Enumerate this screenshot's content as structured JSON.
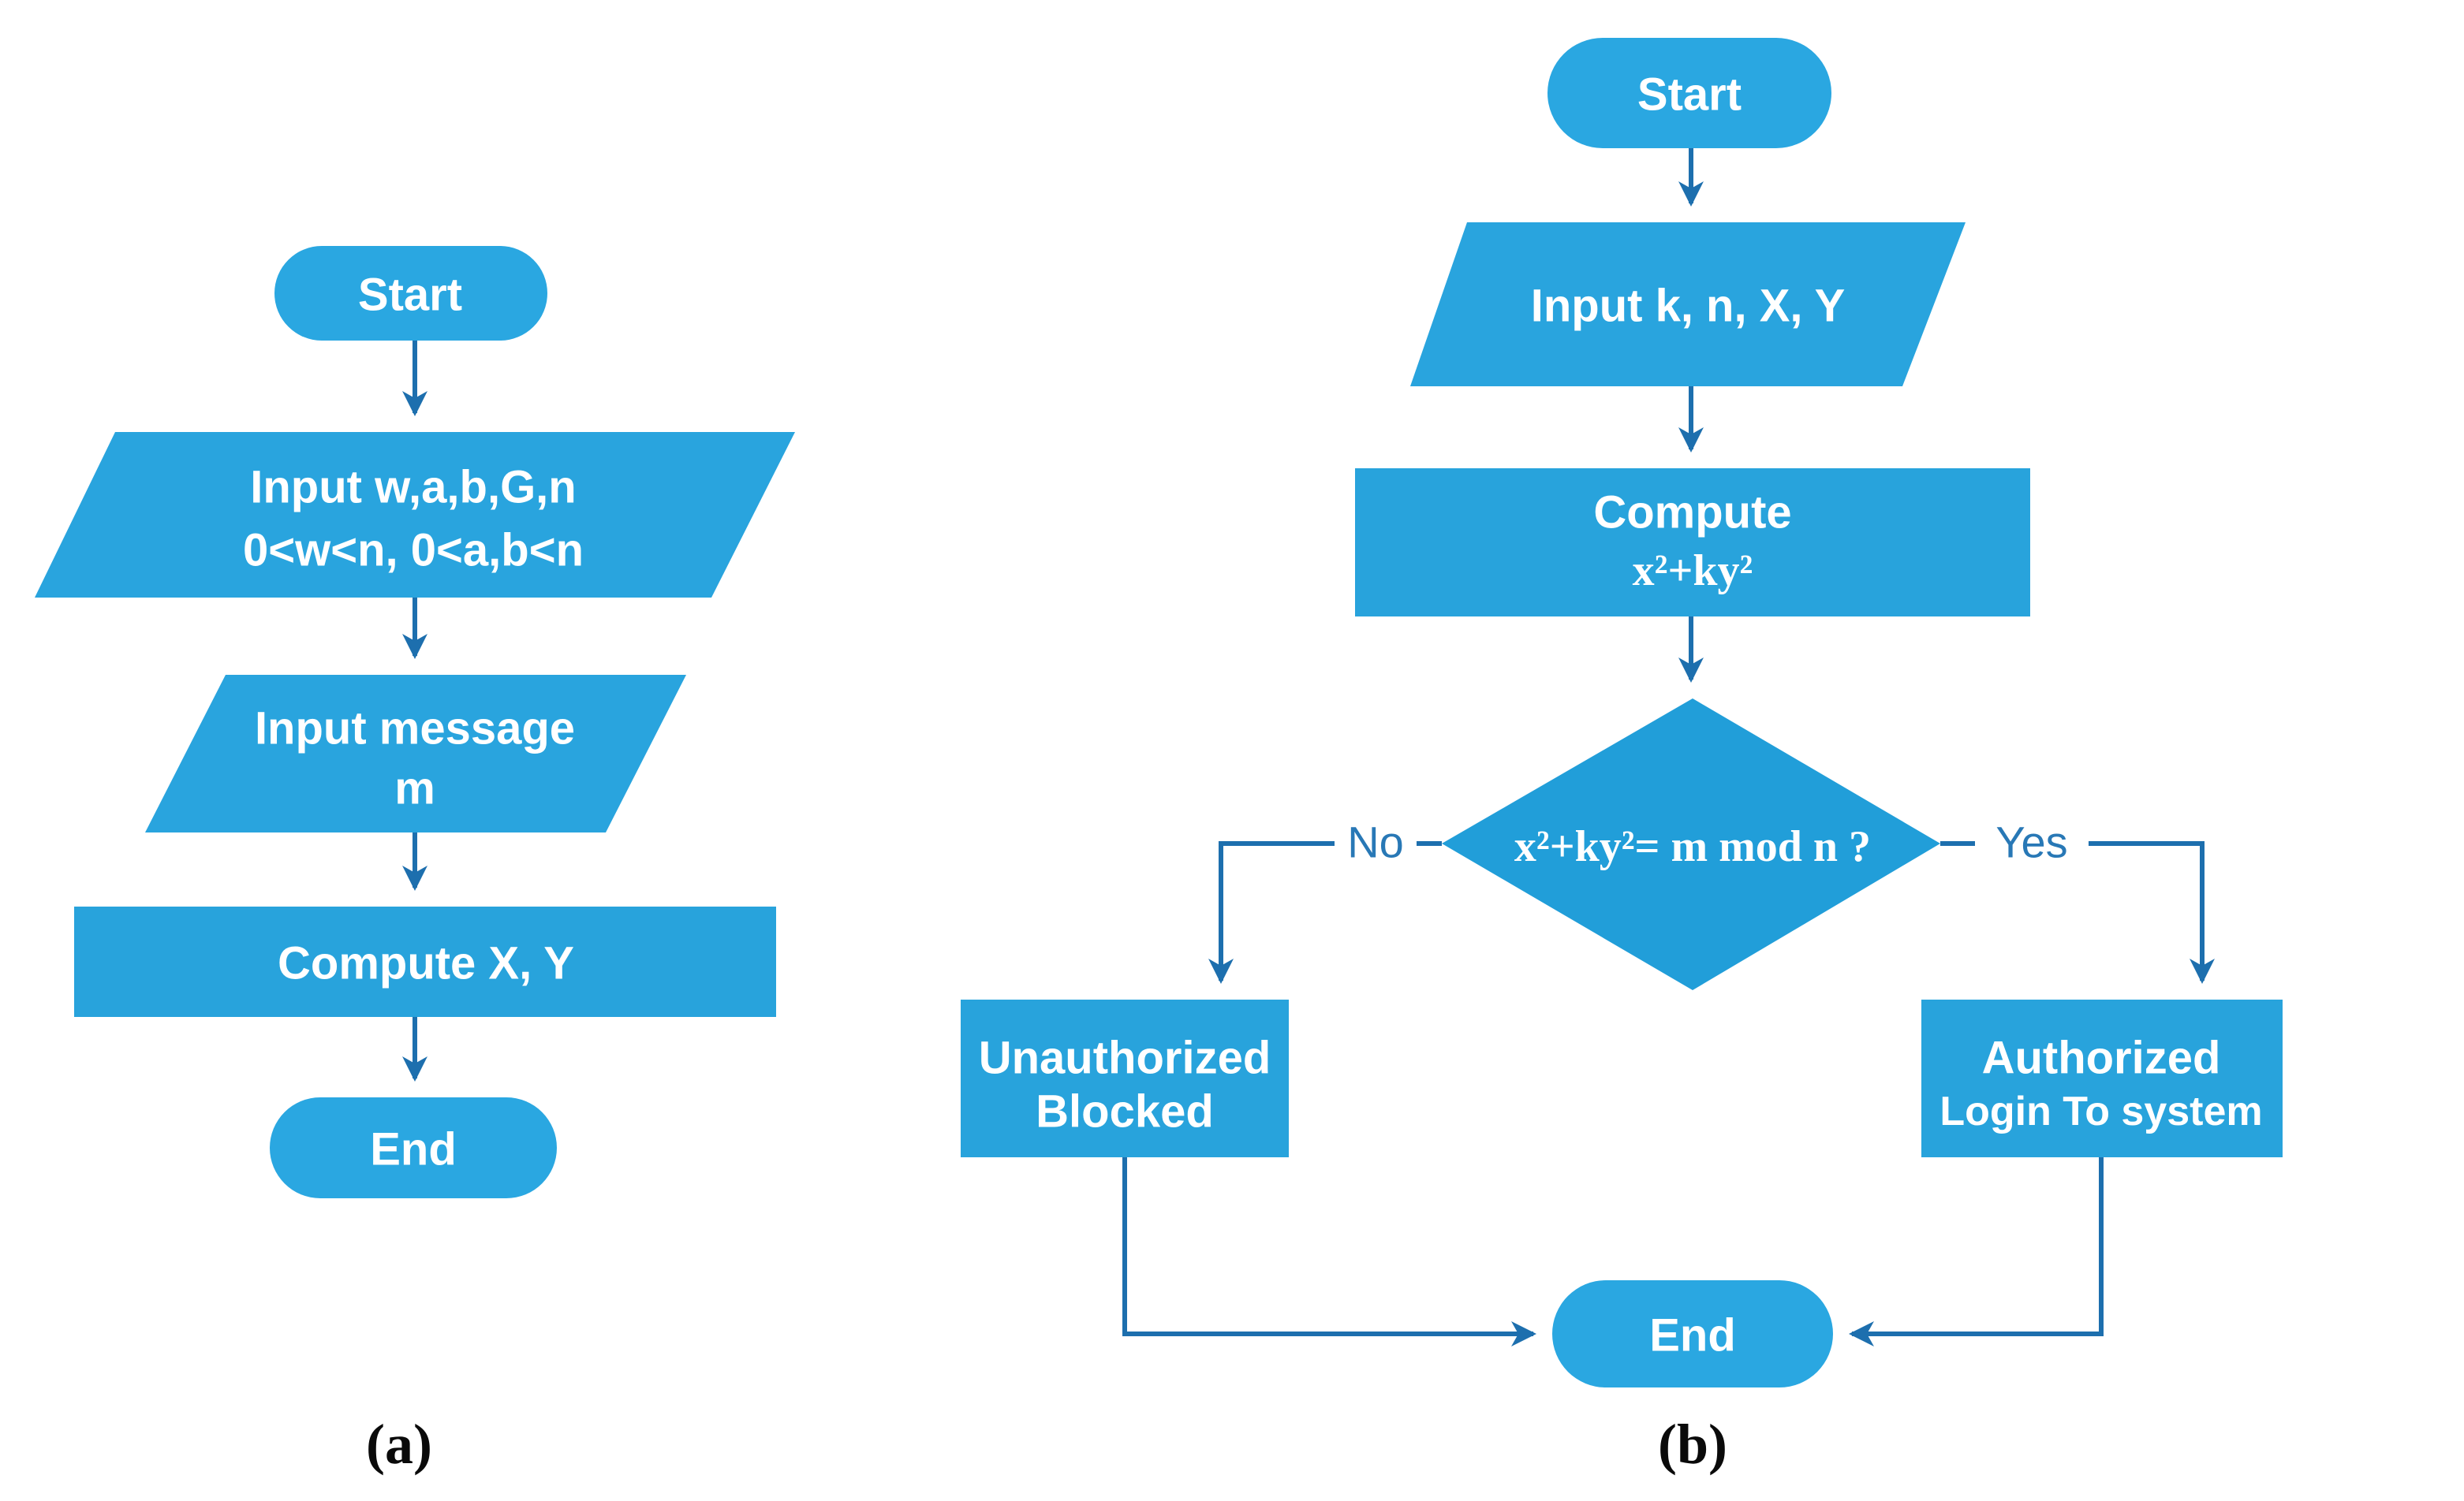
{
  "figure": {
    "caption_a": "(a)",
    "caption_b": "(b)"
  },
  "colors": {
    "shape_pill_fill": "#2aa7e1",
    "shape_io_fill": "#29a4de",
    "shape_process_fill": "#28a3dc",
    "shape_decision_fill": "#219ed9",
    "shape_text": "#ffffff",
    "connector_line": "#1d6fae",
    "branch_label_text": "#2878b6",
    "caption_text": "#0a0a0a",
    "background": "#ffffff"
  },
  "flowchart_a": {
    "start": "Start",
    "input1_line1": "Input w,a,b,G,n",
    "input1_line2": "0<w<n, 0<a,b<n",
    "input2_line1": "Input message",
    "input2_line2": "m",
    "process1": "Compute X, Y",
    "end": "End"
  },
  "flowchart_b": {
    "start": "Start",
    "input1": "Input k, n, X, Y",
    "process1_line1": "Compute",
    "process1_line2": "x²+ky²",
    "decision": "x²+ky²= m mod n ?",
    "branch_no": "No",
    "branch_yes": "Yes",
    "reject_line1": "Unauthorized",
    "reject_line2": "Blocked",
    "accept_line1": "Authorized",
    "accept_line2": "Login To system",
    "end": "End"
  }
}
